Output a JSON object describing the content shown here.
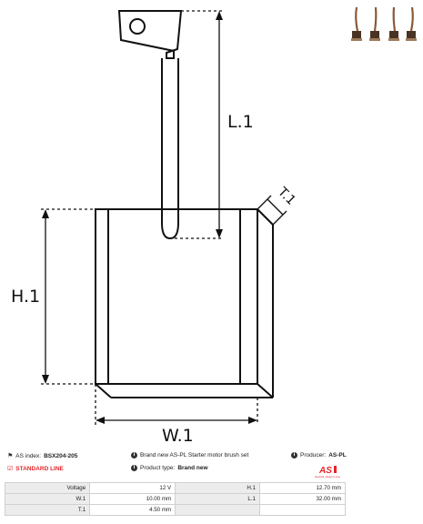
{
  "drawing": {
    "dim_l1": "L.1",
    "dim_t1": "T.1",
    "dim_h1": "H.1",
    "dim_w1": "W.1"
  },
  "info": {
    "as_index_label": "AS index:",
    "as_index_value": "BSX204-205",
    "description": "Brand new AS-PL Starter motor brush set",
    "producer_label": "Producer:",
    "producer_value": "AS-PL",
    "standard_line": "STANDARD LINE",
    "product_type_label": "Product type:",
    "product_type_value": "Brand new",
    "logo_text": "AS",
    "logo_caption": "electrical. always in time"
  },
  "specs": [
    [
      "Voltage",
      "12 V",
      "H.1",
      "12.70 mm"
    ],
    [
      "W.1",
      "10.00 mm",
      "L.1",
      "32.00 mm"
    ],
    [
      "T.1",
      "4.50 mm",
      "",
      ""
    ]
  ],
  "colors": {
    "accent": "#e3262a",
    "brush": "#6b4a2e",
    "lead": "#8a5a38"
  }
}
